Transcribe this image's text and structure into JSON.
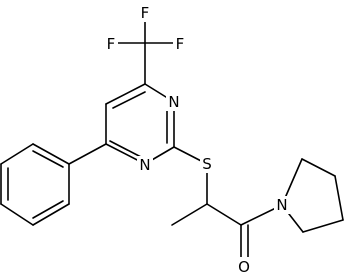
{
  "molecule": {
    "atoms": {
      "F1": "F",
      "F2": "F",
      "F3": "F",
      "N_top": "N",
      "N_bottom": "N",
      "S": "S",
      "N_pyrrolidine": "N",
      "O": "O"
    }
  }
}
